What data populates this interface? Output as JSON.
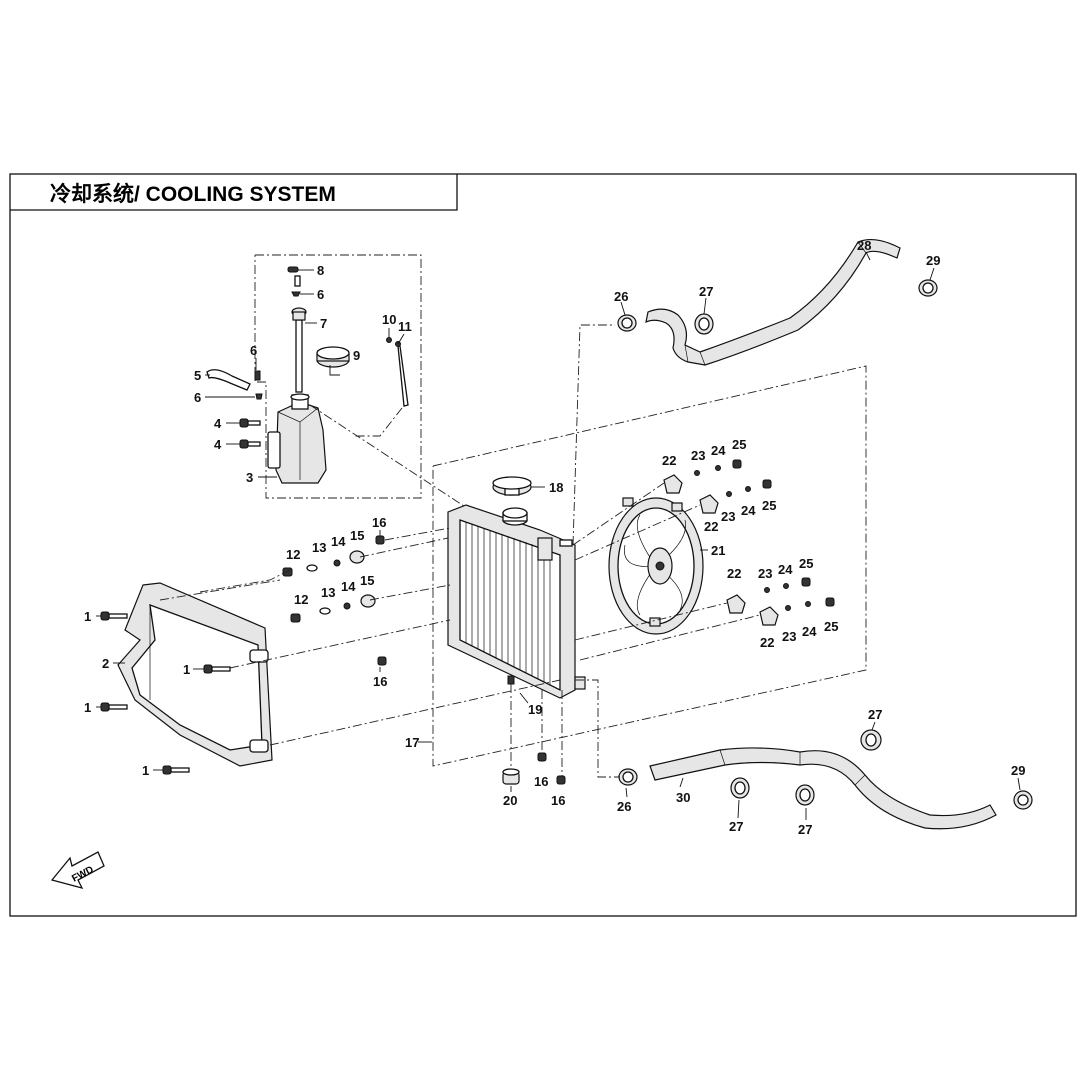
{
  "title": "冷却系统/ COOLING SYSTEM",
  "fwd_label": "FWD",
  "callouts": {
    "c8": "8",
    "c6a": "6",
    "c7": "7",
    "c9": "9",
    "c10": "10",
    "c11": "11",
    "c6b": "6",
    "c5": "5",
    "c6c": "6",
    "c4a": "4",
    "c4b": "4",
    "c3": "3",
    "c26a": "26",
    "c27a": "27",
    "c28": "28",
    "c29a": "29",
    "c22a": "22",
    "c23a": "23",
    "c24a": "24",
    "c25a": "25",
    "c18": "18",
    "c22b": "22",
    "c23b": "23",
    "c24b": "24",
    "c25b": "25",
    "c16a": "16",
    "c15a": "15",
    "c14a": "14",
    "c13a": "13",
    "c12a": "12",
    "c15b": "15",
    "c14b": "14",
    "c13b": "13",
    "c12b": "12",
    "c21": "21",
    "c22c": "22",
    "c23c": "23",
    "c24c": "24",
    "c25c": "25",
    "c22d": "22",
    "c23d": "23",
    "c24d": "24",
    "c25d": "25",
    "c1a": "1",
    "c2": "2",
    "c1b": "1",
    "c1c": "1",
    "c1d": "1",
    "c16b": "16",
    "c19": "19",
    "c17": "17",
    "c27b": "27",
    "c20": "20",
    "c16c": "16",
    "c16d": "16",
    "c26b": "26",
    "c30": "30",
    "c27c": "27",
    "c27d": "27",
    "c29b": "29"
  }
}
